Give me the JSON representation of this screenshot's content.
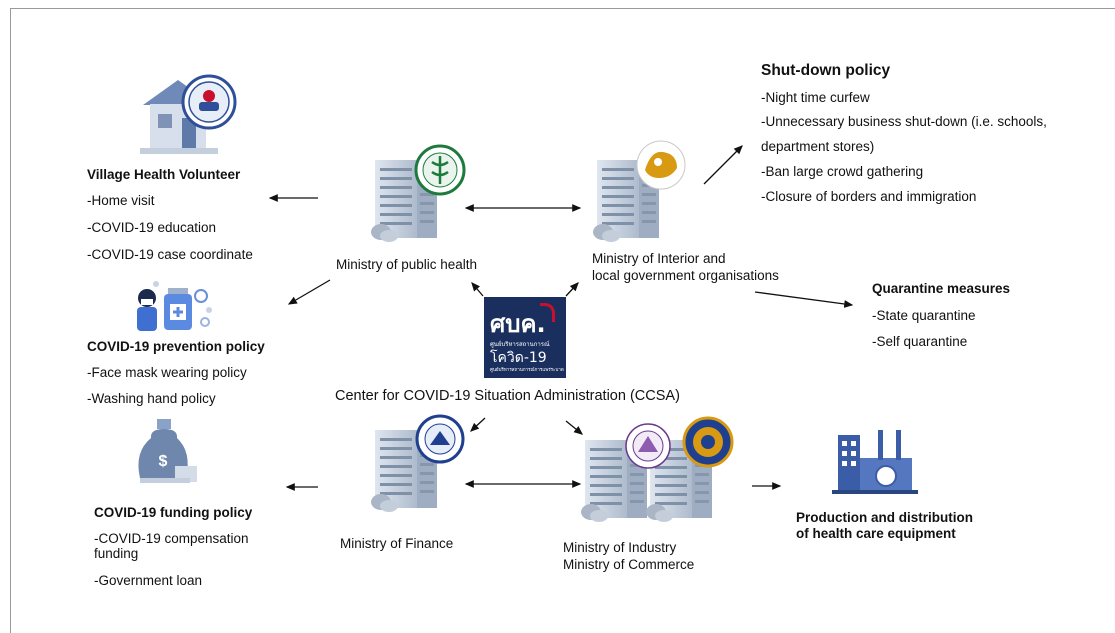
{
  "center": {
    "logo_text": "ศบค.",
    "logo_sub": "ศูนย์บริหารสถานการณ์",
    "logo_covid": "โควิด-19",
    "logo_small": "ศูนย์บริหารสถานการณ์การแพร่ระบาด",
    "title": "Center for COVID-19 Situation Administration (CCSA)"
  },
  "ministries": {
    "public_health": "Ministry of public health",
    "interior_line1": "Ministry of Interior and",
    "interior_line2": "local government organisations",
    "finance": "Ministry of Finance",
    "industry": "Ministry of Industry",
    "commerce": "Ministry of Commerce"
  },
  "village": {
    "title": "Village Health Volunteer",
    "items": [
      "-Home visit",
      "-COVID-19 education",
      "-COVID-19 case coordinate"
    ]
  },
  "prevention": {
    "title": "COVID-19 prevention policy",
    "items": [
      "-Face mask wearing policy",
      "-Washing hand policy"
    ]
  },
  "funding": {
    "title": "COVID-19 funding policy",
    "items": [
      "-COVID-19 compensation",
      "funding",
      "-Government loan"
    ]
  },
  "shutdown": {
    "title": "Shut-down policy",
    "items": [
      "-Night time curfew",
      "-Unnecessary business shut-down (i.e. schools,",
      "department stores)",
      "-Ban large crowd gathering",
      "-Closure of borders and immigration"
    ]
  },
  "quarantine": {
    "title": "Quarantine measures",
    "items": [
      "-State quarantine",
      "-Self quarantine"
    ]
  },
  "production": {
    "line1": "Production and distribution",
    "line2": "of health care equipment"
  },
  "colors": {
    "building": "#c9d3e0",
    "building_dark": "#8f9fb6",
    "logo_bg": "#1b2f5e",
    "accent_red": "#c8102e",
    "factory": "#3b5da8"
  }
}
